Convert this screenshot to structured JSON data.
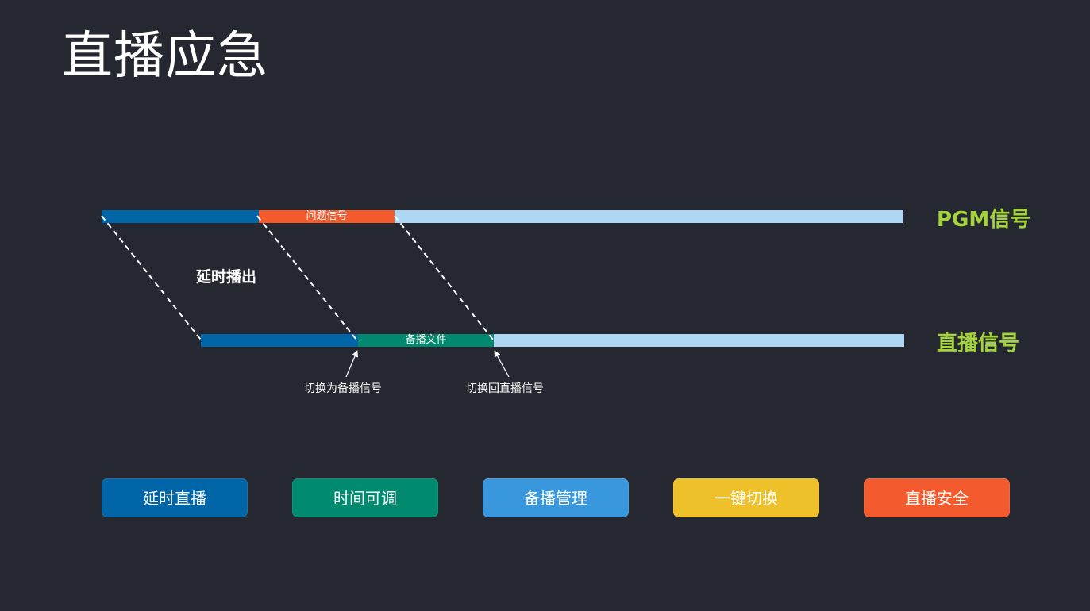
{
  "title": "直播应急",
  "pgm": {
    "label": "PGM信号",
    "segment_problem": "问题信号"
  },
  "live": {
    "label": "直播信号",
    "segment_backup": "备播文件"
  },
  "delay_label": "延时播出",
  "notes": {
    "switch_to_backup": "切换为备播信号",
    "switch_back": "切换回直播信号"
  },
  "colors": {
    "dark_blue": "#0066a8",
    "problem_orange": "#f35a2c",
    "light_blue": "#acd6f2",
    "backup_green": "#00896e",
    "label_green": "#a4d33c"
  },
  "buttons": [
    {
      "label": "延时直播",
      "color": "#0066a8"
    },
    {
      "label": "时间可调",
      "color": "#008a70"
    },
    {
      "label": "备播管理",
      "color": "#3998dd"
    },
    {
      "label": "一键切换",
      "color": "#eec12a"
    },
    {
      "label": "直播安全",
      "color": "#f35a2e"
    }
  ]
}
